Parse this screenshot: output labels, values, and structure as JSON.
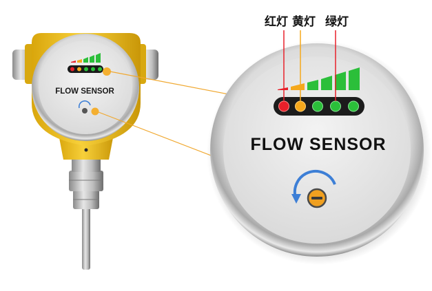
{
  "labels": {
    "red_light": "红灯",
    "yellow_light": "黄灯",
    "green_light": "绿灯"
  },
  "device": {
    "small_face_title": "FLOW SENSOR",
    "zoom_face_title": "FLOW SENSOR"
  },
  "colors": {
    "housing_yellow": "#f2c21a",
    "led_red": "#e8202a",
    "led_yellow": "#f5a81c",
    "led_green": "#2bbf3a",
    "callout_line": "#f0a830",
    "knob_arrow_blue": "#3d7fd6",
    "knob_orange": "#f0a020"
  },
  "led_states": [
    "red",
    "yellow",
    "green",
    "green",
    "green"
  ],
  "icons": {
    "adjust": "rotate-arrow-icon",
    "knob": "potentiometer-knob-icon"
  }
}
